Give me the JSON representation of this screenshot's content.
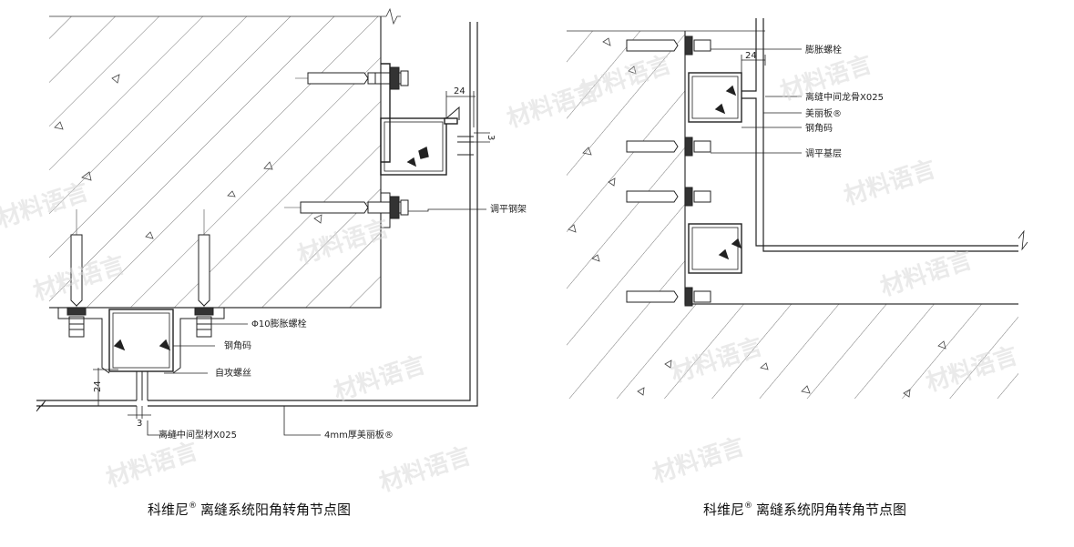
{
  "watermark": "材料语言",
  "left_drawing": {
    "caption_main": "科维尼",
    "caption_reg": "®",
    "caption_rest": "离缝系统阳角转角节点图",
    "dim_24_top": "24",
    "dim_3_right": "3",
    "dim_24_bottom": "24",
    "dim_3_bottom": "3",
    "labels": {
      "leveling_frame": "调平钢架",
      "expansion_bolt": "Φ10膨胀螺栓",
      "steel_corner": "钢角码",
      "self_tap_screw": "自攻螺丝",
      "gap_profile": "离缝中间型材X025",
      "panel": "4mm厚美丽板®"
    }
  },
  "right_drawing": {
    "caption_main": "科维尼",
    "caption_reg": "®",
    "caption_rest": "离缝系统阴角转角节点图",
    "dim_24": "24",
    "labels": {
      "expansion_bolt": "膨胀螺栓",
      "gap_keel": "离缝中间龙骨X025",
      "panel": "美丽板®",
      "steel_corner": "钢角码",
      "leveling_layer": "调平基层"
    }
  }
}
